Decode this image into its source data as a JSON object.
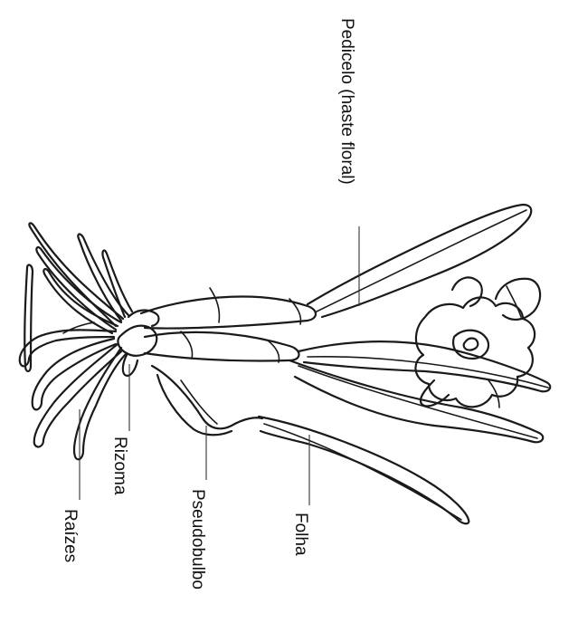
{
  "labels": {
    "pedicelo": "Pedicelo (haste floral)",
    "raizes": "Raízes",
    "rizoma": "Rizoma",
    "pseudobulbo": "Pseudobulbo",
    "folha": "Folha"
  },
  "colors": {
    "ink": "#1a1a1a",
    "background": "#ffffff"
  }
}
